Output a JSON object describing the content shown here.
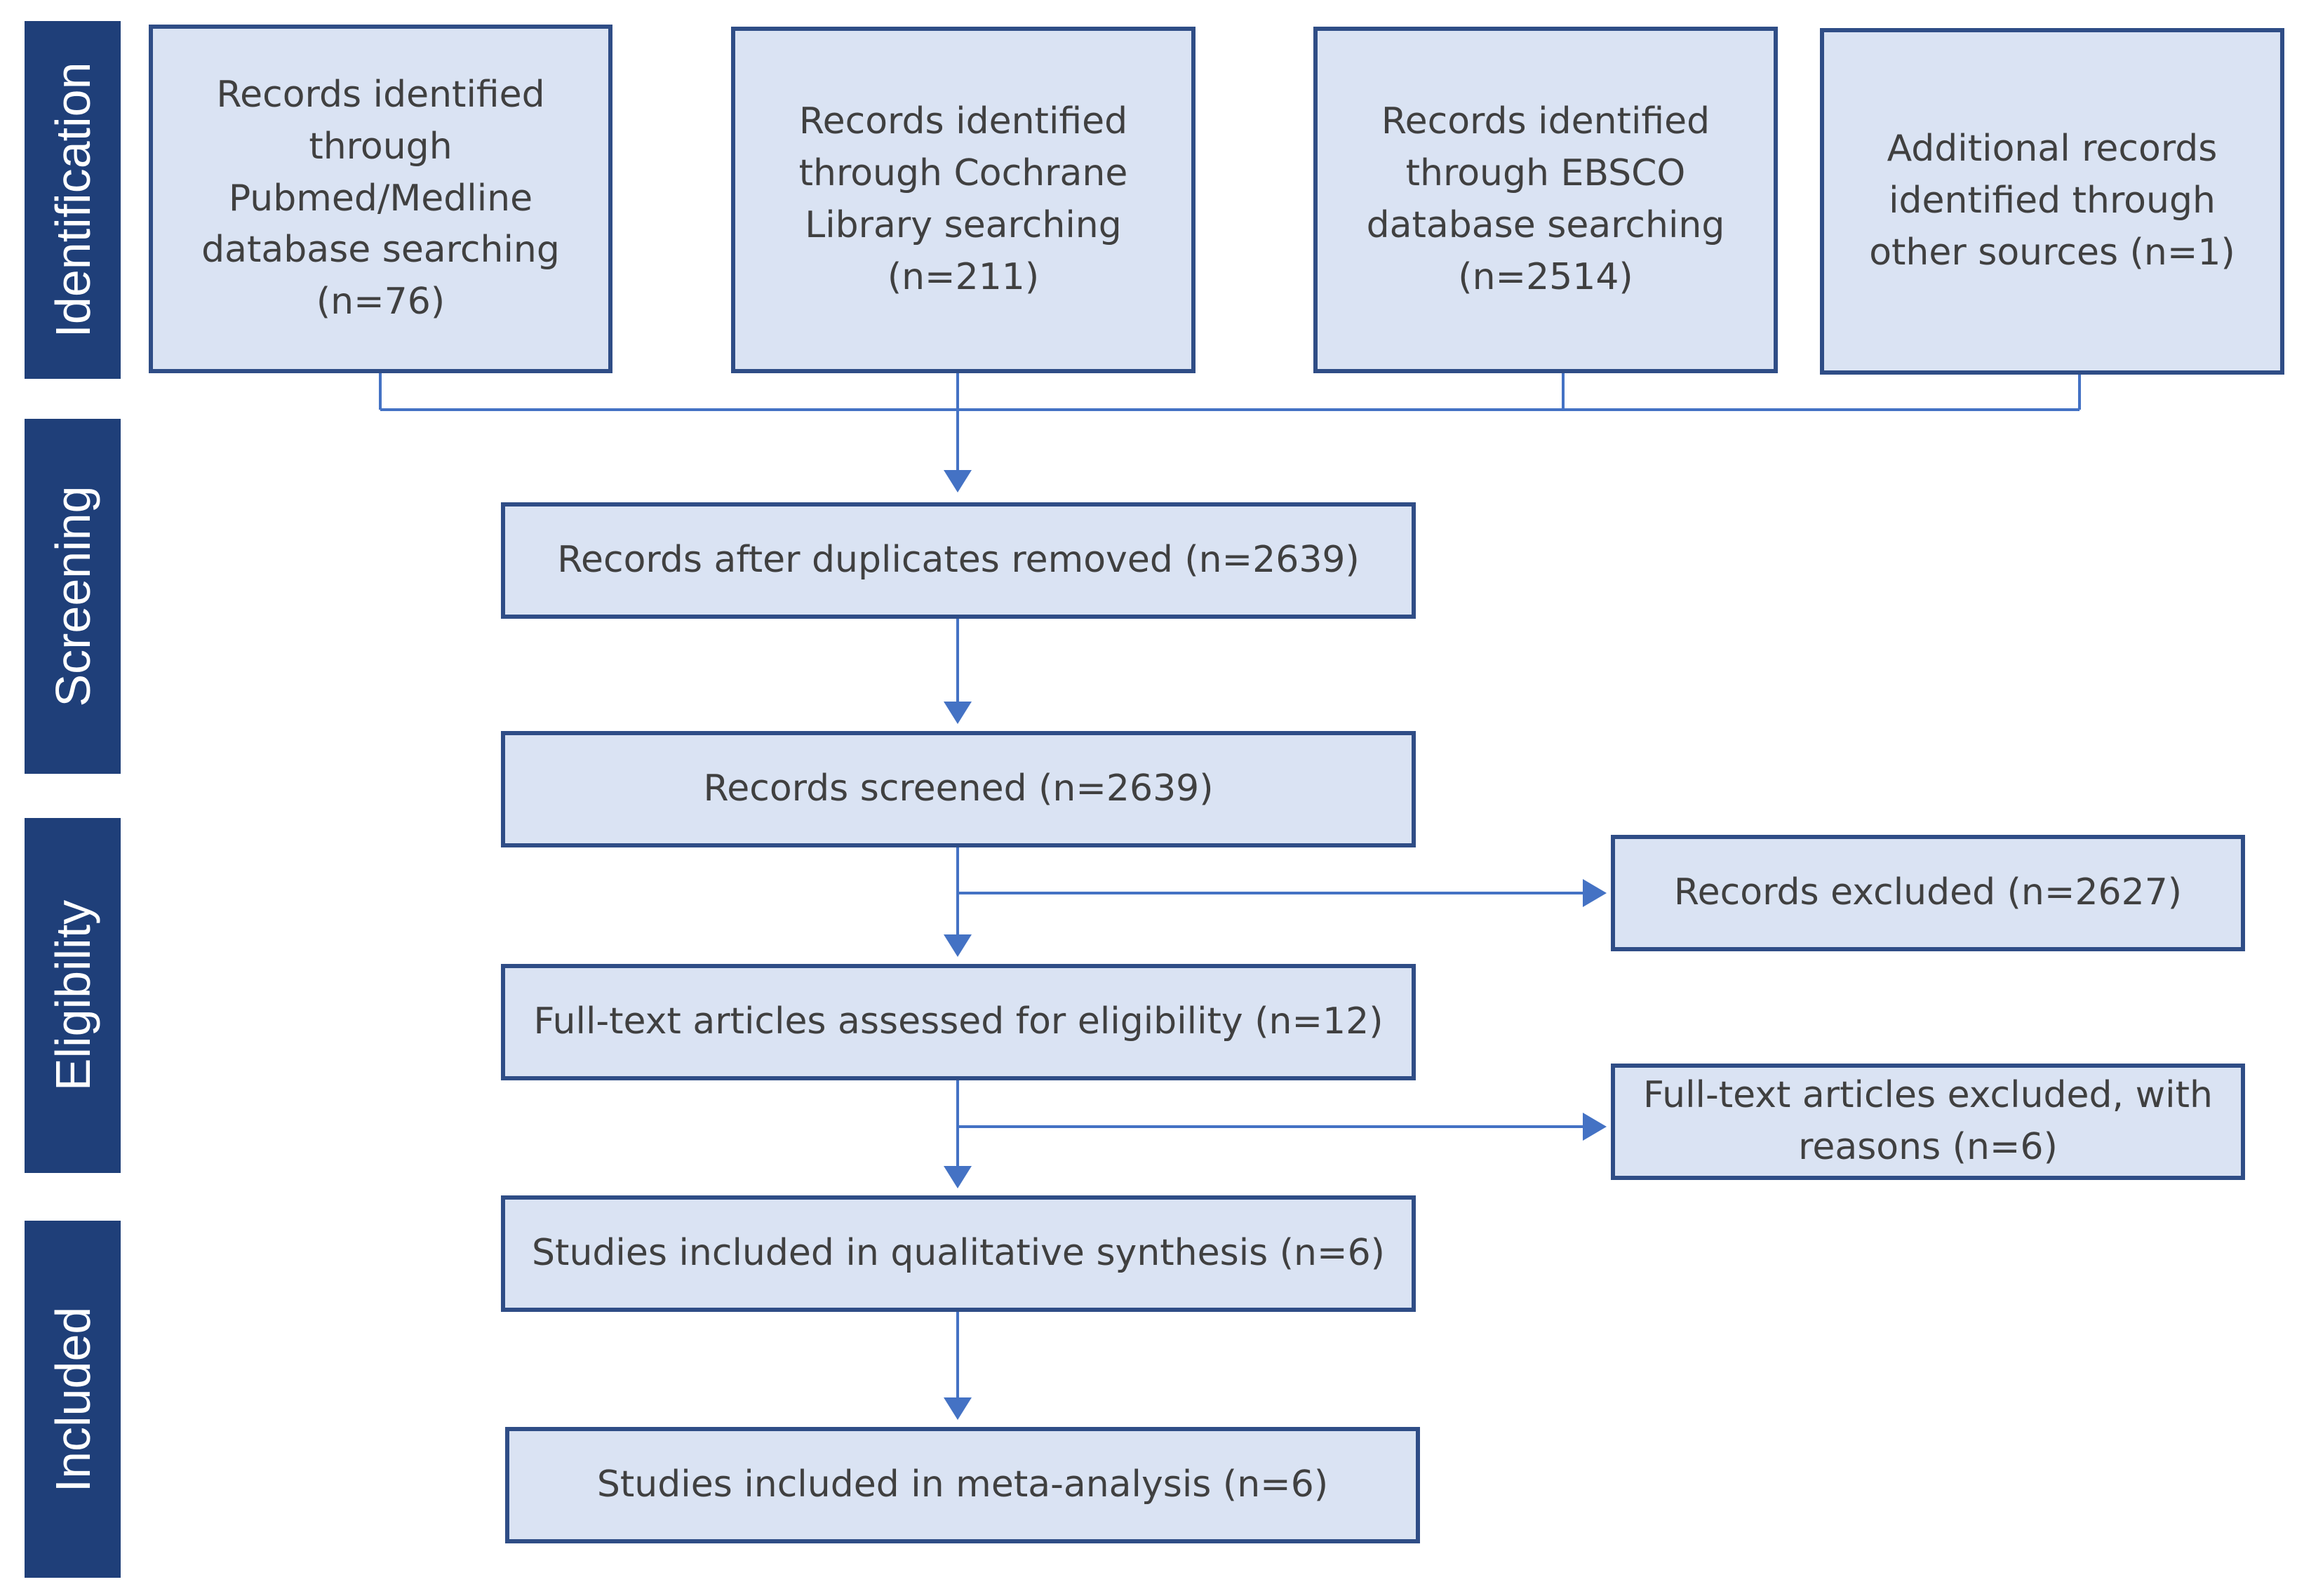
{
  "phases": {
    "identification": "Identification",
    "screening": "Screening",
    "eligibility": "Eligibility",
    "included": "Included"
  },
  "boxes": {
    "pubmed": "Records identified through Pubmed/Medline database searching (n=76)",
    "cochrane": "Records identified through Cochrane Library searching (n=211)",
    "ebsco": "Records identified through EBSCO database searching (n=2514)",
    "other": "Additional records identified through other sources (n=1)",
    "duplicates_removed": "Records after duplicates removed (n=2639)",
    "screened": "Records screened (n=2639)",
    "excluded": "Records excluded (n=2627)",
    "fulltext_assessed": "Full-text articles assessed for eligibility (n=12)",
    "fulltext_excluded": "Full-text articles excluded, with reasons (n=6)",
    "qualitative": "Studies included in qualitative synthesis (n=6)",
    "meta_analysis": "Studies included in meta-analysis (n=6)"
  },
  "colors": {
    "phase_band": "#1f3f79",
    "box_fill": "#dae3f3",
    "box_border": "#2f4d86",
    "connector": "#4472c4",
    "text": "#404040"
  }
}
